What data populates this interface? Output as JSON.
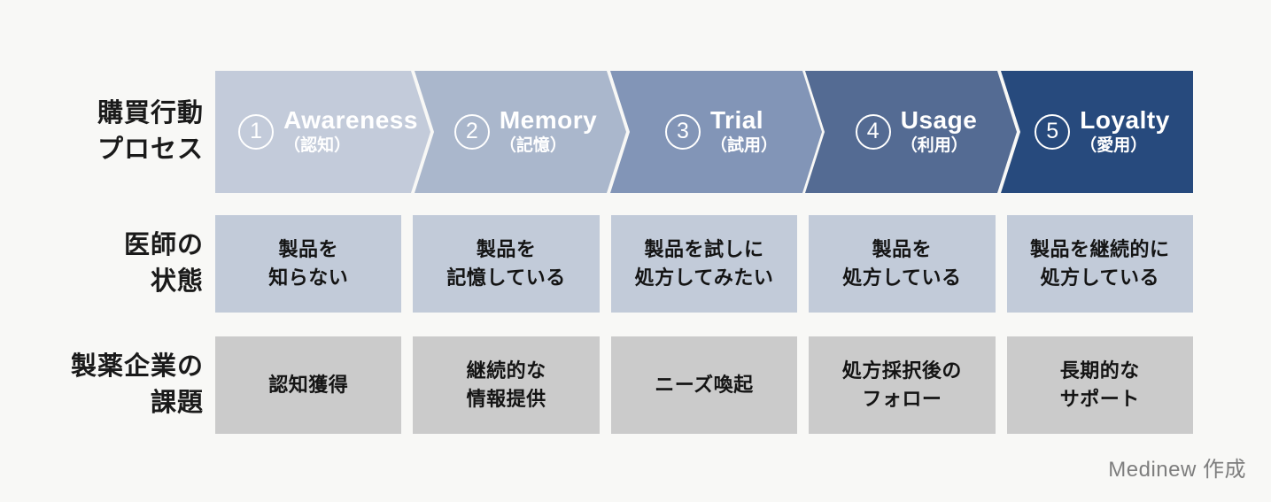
{
  "colors": {
    "background": "#f8f8f6",
    "doctor_cell_bg": "#c2cbd9",
    "company_cell_bg": "#cbcbcb"
  },
  "row_labels": {
    "process": {
      "lines": [
        "購買行動",
        "プロセス"
      ]
    },
    "doctor": {
      "lines": [
        "医師の",
        "状態"
      ]
    },
    "company": {
      "lines": [
        "製薬企業の",
        "課題"
      ]
    }
  },
  "process": {
    "stages": [
      {
        "num": "1",
        "en": "Awareness",
        "ja": "（認知）",
        "color": "#c3cbda"
      },
      {
        "num": "2",
        "en": "Memory",
        "ja": "（記憶）",
        "color": "#aab7cc"
      },
      {
        "num": "3",
        "en": "Trial",
        "ja": "（試用）",
        "color": "#8295b7"
      },
      {
        "num": "4",
        "en": "Usage",
        "ja": "（利用）",
        "color": "#546b93"
      },
      {
        "num": "5",
        "en": "Loyalty",
        "ja": "（愛用）",
        "color": "#274a7d"
      }
    ]
  },
  "doctor_states": {
    "cells": [
      {
        "lines": [
          "製品を",
          "知らない"
        ]
      },
      {
        "lines": [
          "製品を",
          "記憶している"
        ]
      },
      {
        "lines": [
          "製品を試しに",
          "処方してみたい"
        ]
      },
      {
        "lines": [
          "製品を",
          "処方している"
        ]
      },
      {
        "lines": [
          "製品を継続的に",
          "処方している"
        ]
      }
    ]
  },
  "company_tasks": {
    "cells": [
      {
        "lines": [
          "認知獲得"
        ]
      },
      {
        "lines": [
          "継続的な",
          "情報提供"
        ]
      },
      {
        "lines": [
          "ニーズ喚起"
        ]
      },
      {
        "lines": [
          "処方採択後の",
          "フォロー"
        ]
      },
      {
        "lines": [
          "長期的な",
          "サポート"
        ]
      }
    ]
  },
  "footer": {
    "credit": "Medinew 作成"
  }
}
